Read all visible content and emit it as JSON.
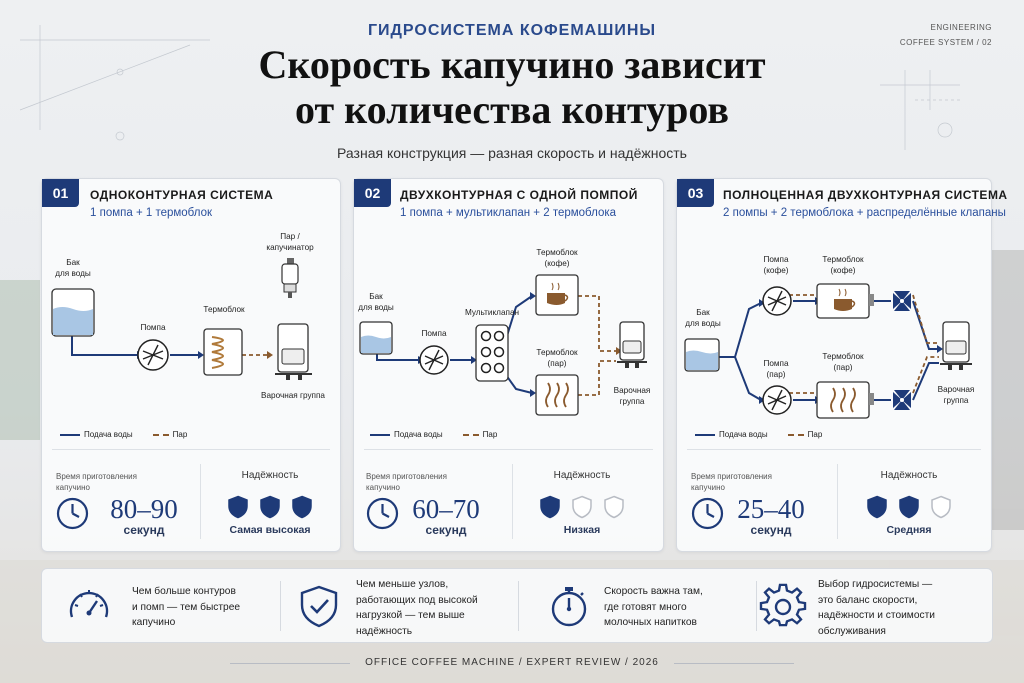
{
  "header": {
    "top_label": "ГИДРОСИСТЕМА КОФЕМАШИНЫ",
    "engineering_line1": "ENGINEERING",
    "engineering_line2": "COFFEE SYSTEM / 02",
    "title_line1": "Скорость капучино зависит",
    "title_line2": "от количества контуров",
    "subtitle": "Разная конструкция — разная скорость и надёжность"
  },
  "legend": {
    "water": "Подача воды",
    "steam": "Пар"
  },
  "colors": {
    "navy": "#1e3a78",
    "accent_blue": "#2a4f9c",
    "steam_brown": "#8a5a2e",
    "water": "#a9c6e4"
  },
  "cards": [
    {
      "number": "01",
      "title": "ОДНОКОНТУРНАЯ СИСТЕМА",
      "subtitle": "1 помпа + 1 термоблок",
      "labels": {
        "tank": "Бак\nдля воды",
        "pump": "Помпа",
        "thermoblock": "Термоблок",
        "steam_wand": "Пар /\nкапучинатор",
        "group": "Варочная группа"
      },
      "time_label": "Время приготовления\nкапучино",
      "time_value": "80–90",
      "time_unit": "секунд",
      "reliability_label": "Надёжность",
      "reliability_shields": 3,
      "reliability_value": "Самая высокая"
    },
    {
      "number": "02",
      "title": "ДВУХКОНТУРНАЯ С ОДНОЙ ПОМПОЙ",
      "subtitle": "1 помпа + мультиклапан + 2 термоблока",
      "labels": {
        "tank": "Бак\nдля воды",
        "pump": "Помпа",
        "valve": "Мультиклапан",
        "thermo_coffee": "Термоблок\n(кофе)",
        "thermo_steam": "Термоблок\n(пар)",
        "group": "Варочная\nгруппа"
      },
      "time_label": "Время приготовления\nкапучино",
      "time_value": "60–70",
      "time_unit": "секунд",
      "reliability_label": "Надёжность",
      "reliability_shields": 1,
      "reliability_value": "Низкая"
    },
    {
      "number": "03",
      "title": "ПОЛНОЦЕННАЯ ДВУХКОНТУРНАЯ СИСТЕМА",
      "subtitle": "2 помпы + 2 термоблока + распределённые клапаны",
      "labels": {
        "tank": "Бак\nдля воды",
        "pump_coffee": "Помпа\n(кофе)",
        "pump_steam": "Помпа\n(пар)",
        "thermo_coffee": "Термоблок\n(кофе)",
        "thermo_steam": "Термоблок\n(пар)",
        "group": "Варочная\nгруппа"
      },
      "time_label": "Время приготовления\nкапучино",
      "time_value": "25–40",
      "time_unit": "секунд",
      "reliability_label": "Надёжность",
      "reliability_shields": 2,
      "reliability_value": "Средняя"
    }
  ],
  "tips": [
    {
      "icon": "speedometer-icon",
      "text": "Чем больше контуров\nи помп — тем быстрее\nкапучино"
    },
    {
      "icon": "shield-check-icon",
      "text": "Чем меньше узлов,\nработающих под высокой\nнагрузкой — тем выше\nнадёжность"
    },
    {
      "icon": "stopwatch-icon",
      "text": "Скорость важна там,\nгде готовят много\nмолочных напитков"
    },
    {
      "icon": "gear-icon",
      "text": "Выбор гидросистемы —\nэто баланс скорости,\nнадёжности и стоимости\nобслуживания"
    }
  ],
  "footer": "OFFICE COFFEE MACHINE / EXPERT REVIEW / 2026"
}
